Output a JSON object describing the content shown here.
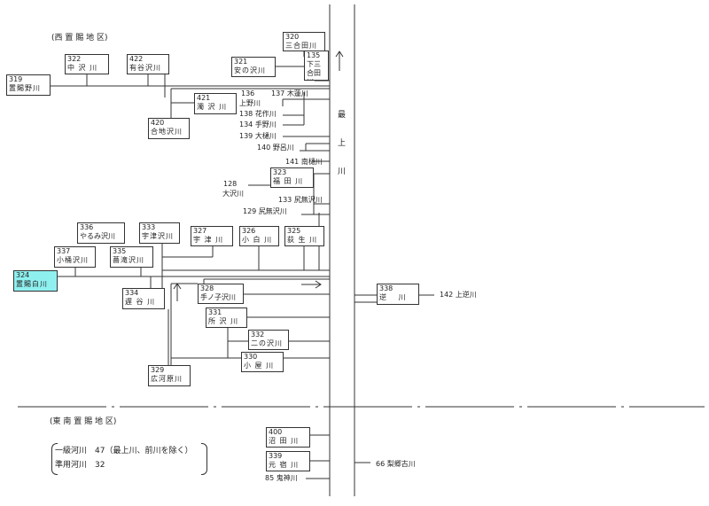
{
  "regions": {
    "west": "(西 置 賜 地 区)",
    "southeast": "(東 南 置 賜 地 区)"
  },
  "main_river": [
    "最",
    "上",
    "川"
  ],
  "boxes": {
    "b320": {
      "num": "320",
      "name": "三合田川"
    },
    "b135": {
      "num": "135",
      "name": "下三合田川"
    },
    "b321": {
      "num": "321",
      "name": "安の沢川"
    },
    "b322": {
      "num": "322",
      "name": "中 沢 川"
    },
    "b422": {
      "num": "422",
      "name": "有谷沢川"
    },
    "b319": {
      "num": "319",
      "name": "置賜野川"
    },
    "b421": {
      "num": "421",
      "name": "濁 沢 川"
    },
    "b420": {
      "num": "420",
      "name": "合地沢川"
    },
    "b323": {
      "num": "323",
      "name": "福 田 川"
    },
    "b336": {
      "num": "336",
      "name": "やるみ沢川"
    },
    "b333": {
      "num": "333",
      "name": "宇津沢川"
    },
    "b327": {
      "num": "327",
      "name": "宇 津 川"
    },
    "b326": {
      "num": "326",
      "name": "小 白 川"
    },
    "b325": {
      "num": "325",
      "name": "荻 生 川"
    },
    "b337": {
      "num": "337",
      "name": "小桶沢川"
    },
    "b335": {
      "num": "335",
      "name": "薔滝沢川"
    },
    "b324": {
      "num": "324",
      "name": "置賜白川"
    },
    "b334": {
      "num": "334",
      "name": "遅 谷 川"
    },
    "b328": {
      "num": "328",
      "name": "手ノ子沢川"
    },
    "b331": {
      "num": "331",
      "name": "所 沢 川"
    },
    "b332": {
      "num": "332",
      "name": "二の沢川"
    },
    "b330": {
      "num": "330",
      "name": "小 屋 川"
    },
    "b329": {
      "num": "329",
      "name": "広河原川"
    },
    "b338": {
      "num": "338",
      "name": "逆　 川"
    },
    "b400": {
      "num": "400",
      "name": "沼 田 川"
    },
    "b339": {
      "num": "339",
      "name": "元 宿 川"
    }
  },
  "labels": {
    "l136": "136",
    "l137": "137 木蓮川",
    "l136n": "上野川",
    "l138": "138 花作川",
    "l134": "134 手野川",
    "l139": "139 大樋川",
    "l140": "140 野呂川",
    "l141": "141 南樋川",
    "l128": "128",
    "l128n": "大沢川",
    "l133": "133 尻無沢川",
    "l129": "129 尻無沢川",
    "l142": "142 上逆川",
    "l66": "66 梨郷古川",
    "l85": "85 鬼神川"
  },
  "legend": {
    "line1": "一級河川　47（最上川、前川を除く）",
    "line2": "準用河川　32"
  }
}
